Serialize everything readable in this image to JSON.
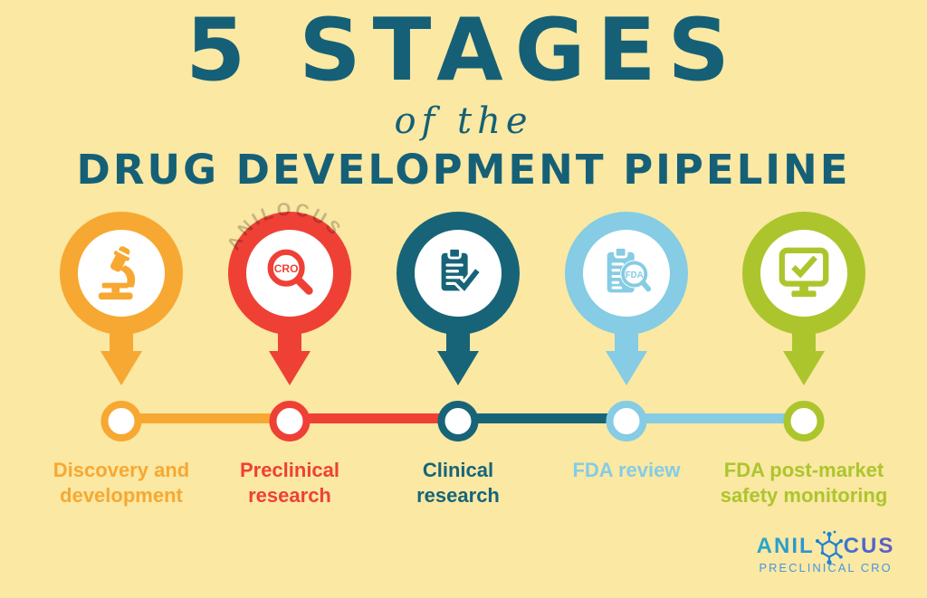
{
  "background_color": "#FAE8A3",
  "title": {
    "line1": "5 STAGES",
    "line2": "of the",
    "line3": "DRUG DEVELOPMENT PIPELINE",
    "color": "#156077"
  },
  "watermark": {
    "text": "ANILOCUS"
  },
  "stages": [
    {
      "label": "Discovery and\ndevelopment",
      "color": "#F7A832",
      "icon": "microscope-icon"
    },
    {
      "label": "Preclinical\nresearch",
      "color": "#EF4036",
      "icon": "cro-magnifier-icon",
      "icon_text": "CRO"
    },
    {
      "label": "Clinical\nresearch",
      "color": "#176478",
      "icon": "clipboard-check-icon"
    },
    {
      "label": "FDA review",
      "color": "#85CCE4",
      "icon": "fda-magnifier-clipboard-icon",
      "icon_text": "FDA"
    },
    {
      "label": "FDA post-market\nsafety monitoring",
      "color": "#ADC52D",
      "icon": "monitor-check-icon"
    }
  ],
  "logo": {
    "part1": "ANIL",
    "part2": "CUS",
    "subtitle": "PRECLINICAL CRO",
    "molecule_color": "#1E82D2"
  }
}
